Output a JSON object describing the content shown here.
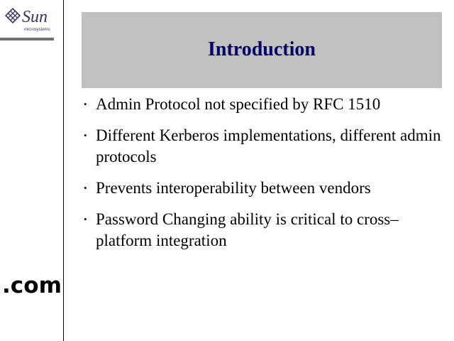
{
  "brand": {
    "logo_icon": "sun-microsystems-logo",
    "logo_text": "Sun",
    "logo_tagline": "microsystems",
    "dotcom_text": ".com"
  },
  "slide": {
    "title": "Introduction",
    "title_color": "#000066",
    "title_background": "#c0c0c0",
    "bullet_symbol": "•",
    "bullets": [
      "Admin Protocol not specified by RFC 1510",
      "Different Kerberos implementations, different admin protocols",
      "Prevents interoperability between vendors",
      "Password Changing ability is critical to cross–platform integration"
    ]
  }
}
